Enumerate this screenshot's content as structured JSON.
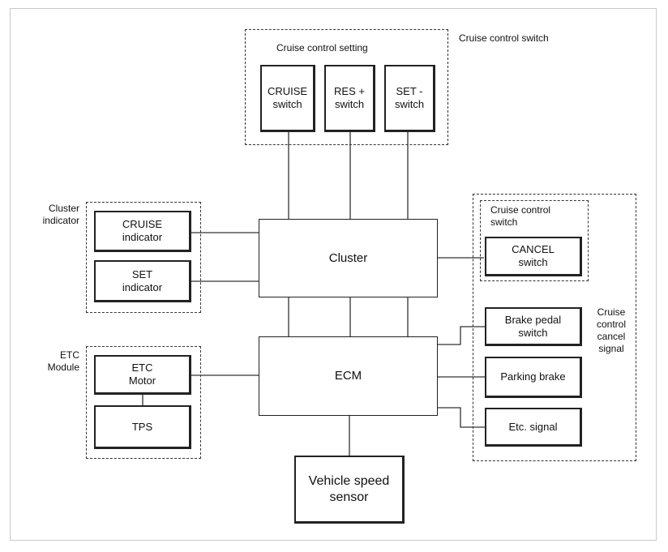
{
  "groups": {
    "cruise_switch_group": "Cruise control switch",
    "cruise_setting": "Cruise control setting",
    "cluster_indicator": [
      "Cluster",
      "indicator"
    ],
    "etc_module": [
      "ETC",
      "Module"
    ],
    "cancel_group": [
      "Cruise control",
      "switch"
    ],
    "cancel_signal": [
      "Cruise",
      "control",
      "cancel",
      "signal"
    ]
  },
  "boxes": {
    "cruise_switch": [
      "CRUISE",
      "switch"
    ],
    "res_switch": [
      "RES +",
      "switch"
    ],
    "set_switch": [
      "SET -",
      "switch"
    ],
    "cruise_indicator": [
      "CRUISE",
      "indicator"
    ],
    "set_indicator": [
      "SET",
      "indicator"
    ],
    "cluster": "Cluster",
    "cancel_switch": [
      "CANCEL",
      "switch"
    ],
    "ecm": "ECM",
    "etc_motor": [
      "ETC",
      "Motor"
    ],
    "tps": "TPS",
    "brake_pedal": [
      "Brake pedal",
      "switch"
    ],
    "parking_brake": "Parking brake",
    "etc_signal": "Etc. signal",
    "vehicle_speed": [
      "Vehicle speed",
      "sensor"
    ]
  }
}
